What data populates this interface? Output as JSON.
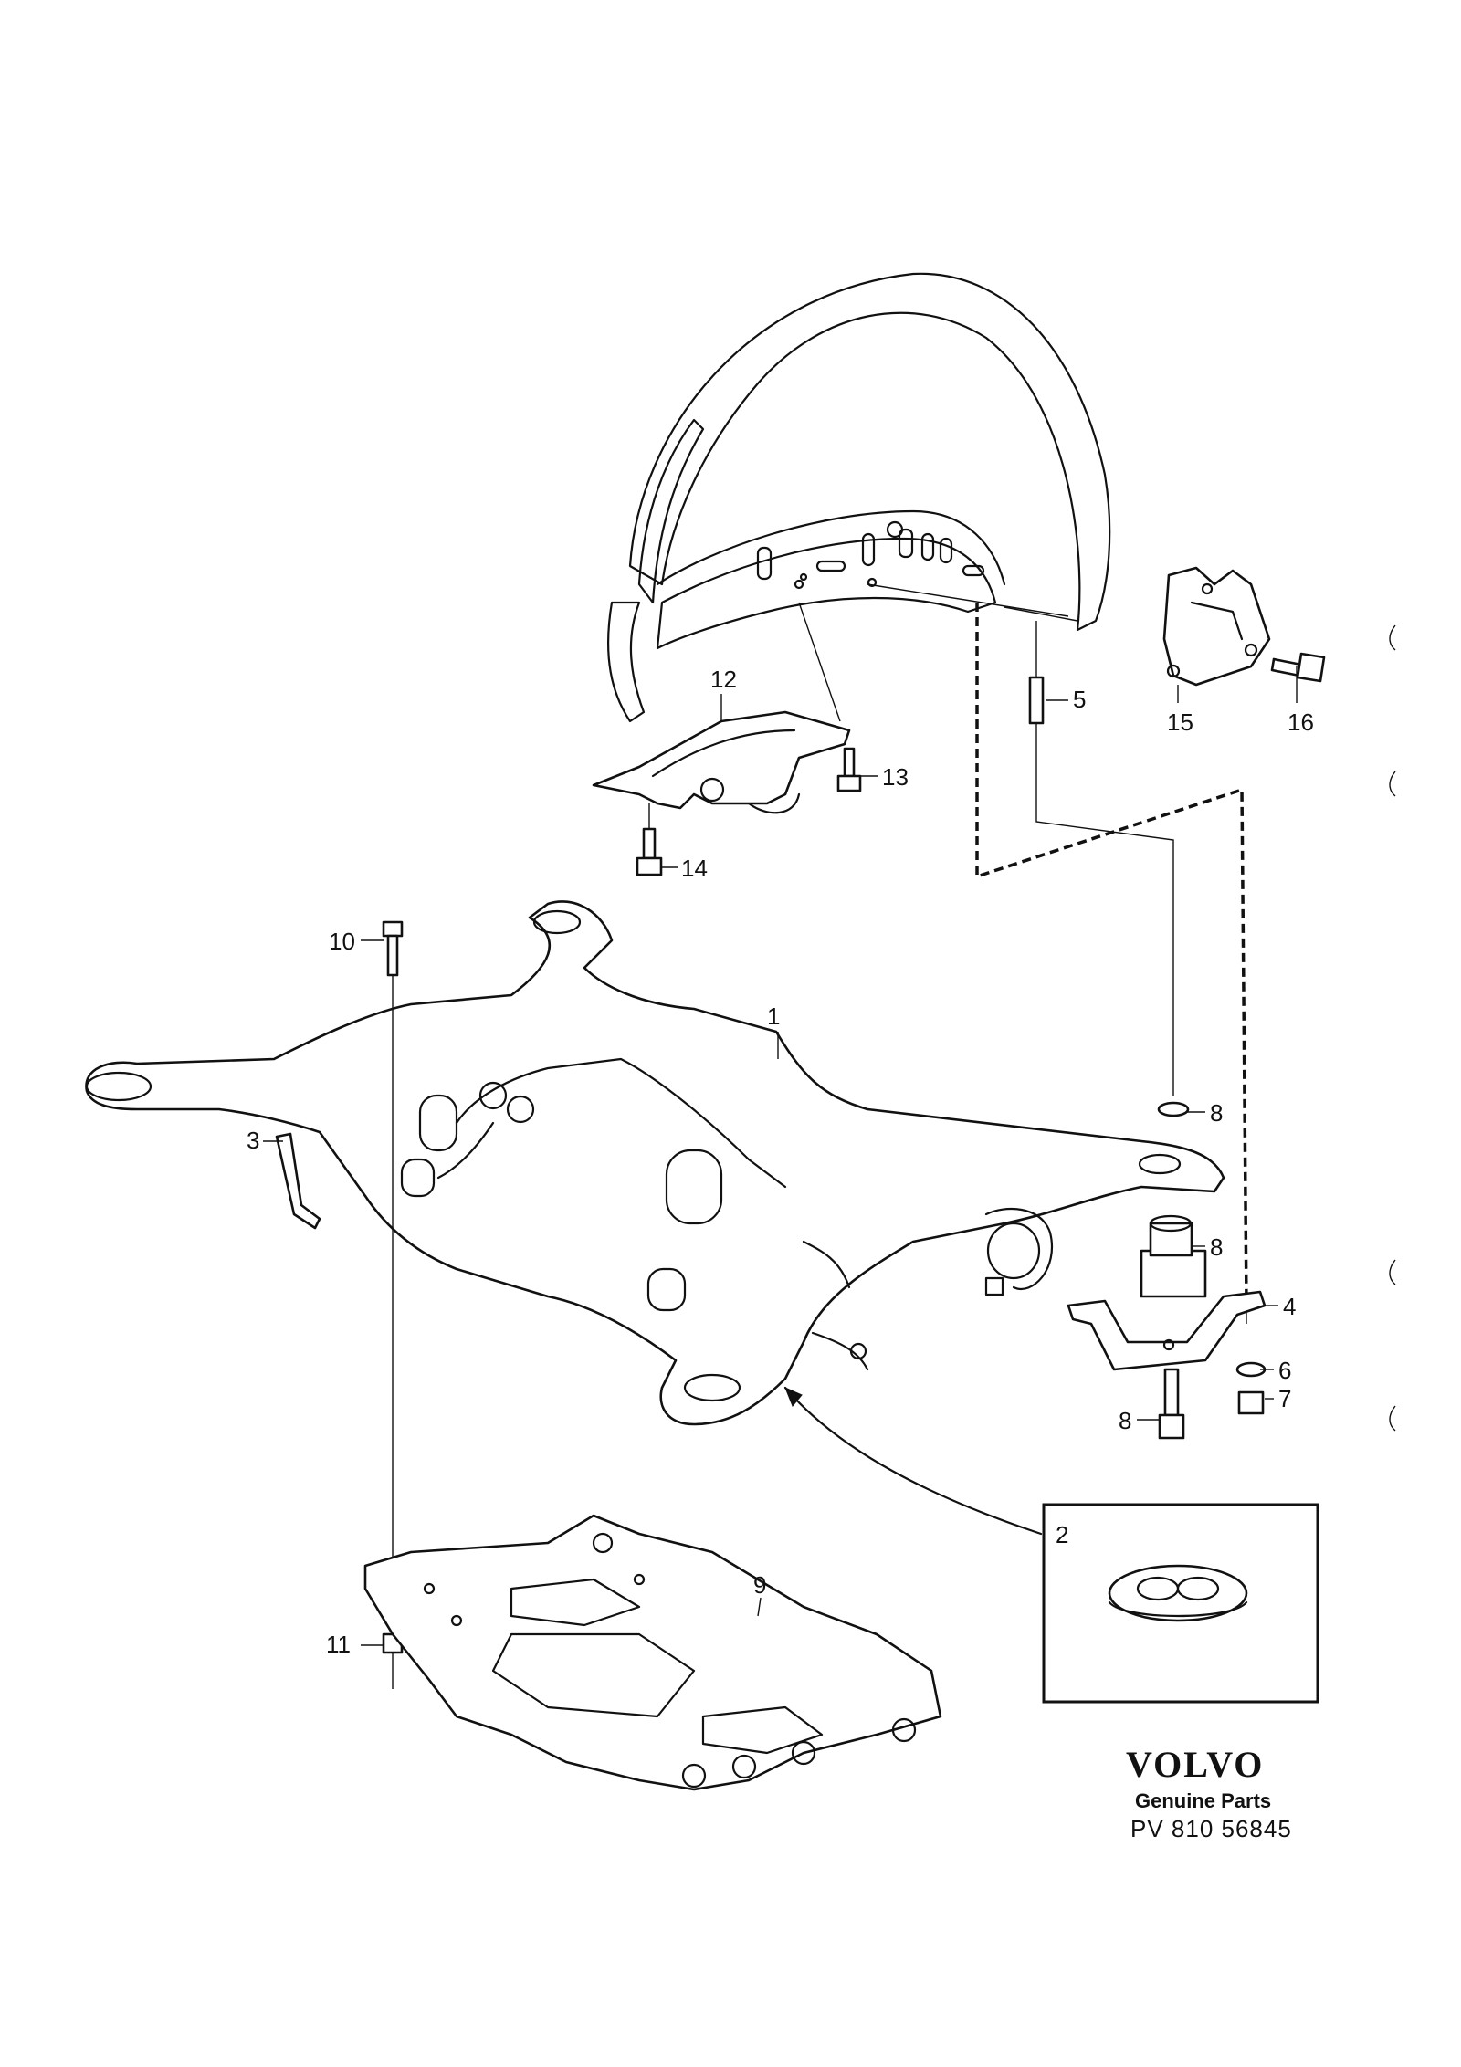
{
  "callouts": [
    {
      "id": "label-1",
      "text": "1"
    },
    {
      "id": "label-2",
      "text": "2"
    },
    {
      "id": "label-3",
      "text": "3"
    },
    {
      "id": "label-4",
      "text": "4"
    },
    {
      "id": "label-5",
      "text": "5"
    },
    {
      "id": "label-6",
      "text": "6"
    },
    {
      "id": "label-7",
      "text": "7"
    },
    {
      "id": "label-8a",
      "text": "8"
    },
    {
      "id": "label-8b",
      "text": "8"
    },
    {
      "id": "label-8c",
      "text": "8"
    },
    {
      "id": "label-9",
      "text": "9"
    },
    {
      "id": "label-10",
      "text": "10"
    },
    {
      "id": "label-11",
      "text": "11"
    },
    {
      "id": "label-12",
      "text": "12"
    },
    {
      "id": "label-13",
      "text": "13"
    },
    {
      "id": "label-14",
      "text": "14"
    },
    {
      "id": "label-15",
      "text": "15"
    },
    {
      "id": "label-16",
      "text": "16"
    }
  ],
  "brand": {
    "logo_text": "VOLVO",
    "subtitle": "Genuine Parts",
    "part_ref": "PV  810  56845"
  }
}
